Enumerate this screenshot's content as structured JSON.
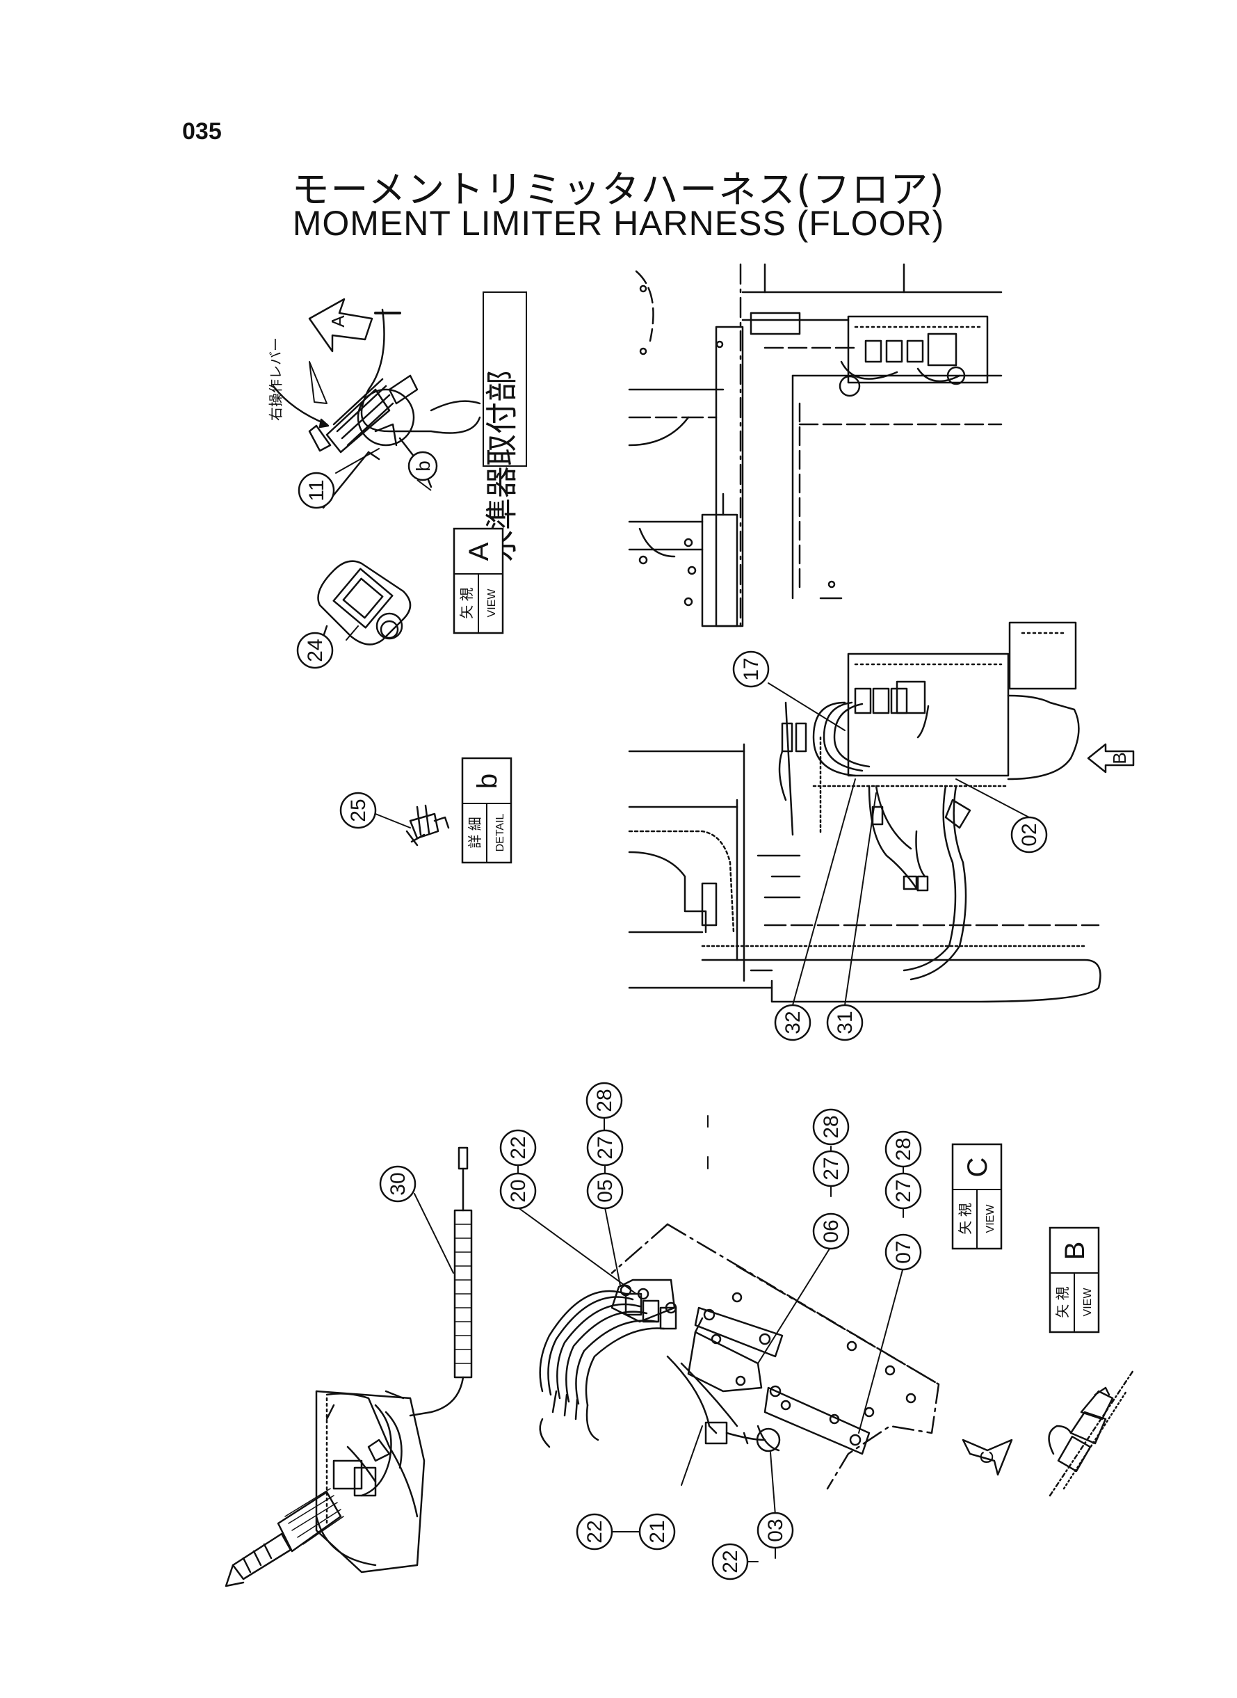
{
  "page_number": "035",
  "title_jp": "モーメントリミッタハーネス(フロア)",
  "title_en": "MOMENT LIMITER HARNESS (FLOOR)",
  "vertical_labels": {
    "level_mount": "水準器取付部",
    "lever_note": "右操作レバー"
  },
  "view_boxes": [
    {
      "id": "view-a",
      "jp": "矢 視",
      "en": "VIEW",
      "letter": "A"
    },
    {
      "id": "detail-b",
      "jp": "詳 細",
      "en": "DETAIL",
      "letter": "b"
    },
    {
      "id": "view-c",
      "jp": "矢 視",
      "en": "VIEW",
      "letter": "C"
    },
    {
      "id": "view-b",
      "jp": "矢 視",
      "en": "VIEW",
      "letter": "B"
    }
  ],
  "arrow_markers": [
    {
      "id": "arrow-a",
      "letter": "A"
    },
    {
      "id": "arrow-b",
      "letter": "B"
    },
    {
      "id": "arrow-c",
      "letter": "C"
    },
    {
      "id": "detail-b-marker",
      "letter": "b"
    }
  ],
  "callouts": [
    {
      "id": "c11",
      "label": "11"
    },
    {
      "id": "c24",
      "label": "24"
    },
    {
      "id": "c25",
      "label": "25"
    },
    {
      "id": "c17",
      "label": "17"
    },
    {
      "id": "c02",
      "label": "02"
    },
    {
      "id": "c32",
      "label": "32"
    },
    {
      "id": "c31",
      "label": "31"
    },
    {
      "id": "c30",
      "label": "30"
    },
    {
      "id": "c20",
      "label": "20"
    },
    {
      "id": "c22a",
      "label": "22"
    },
    {
      "id": "c05",
      "label": "05"
    },
    {
      "id": "c27a",
      "label": "27"
    },
    {
      "id": "c28a",
      "label": "28"
    },
    {
      "id": "c06",
      "label": "06"
    },
    {
      "id": "c27b",
      "label": "27"
    },
    {
      "id": "c28b",
      "label": "28"
    },
    {
      "id": "c07",
      "label": "07"
    },
    {
      "id": "c27c",
      "label": "27"
    },
    {
      "id": "c28c",
      "label": "28"
    },
    {
      "id": "c22b",
      "label": "22"
    },
    {
      "id": "c21",
      "label": "21"
    },
    {
      "id": "c22c",
      "label": "22"
    },
    {
      "id": "c03",
      "label": "03"
    }
  ]
}
